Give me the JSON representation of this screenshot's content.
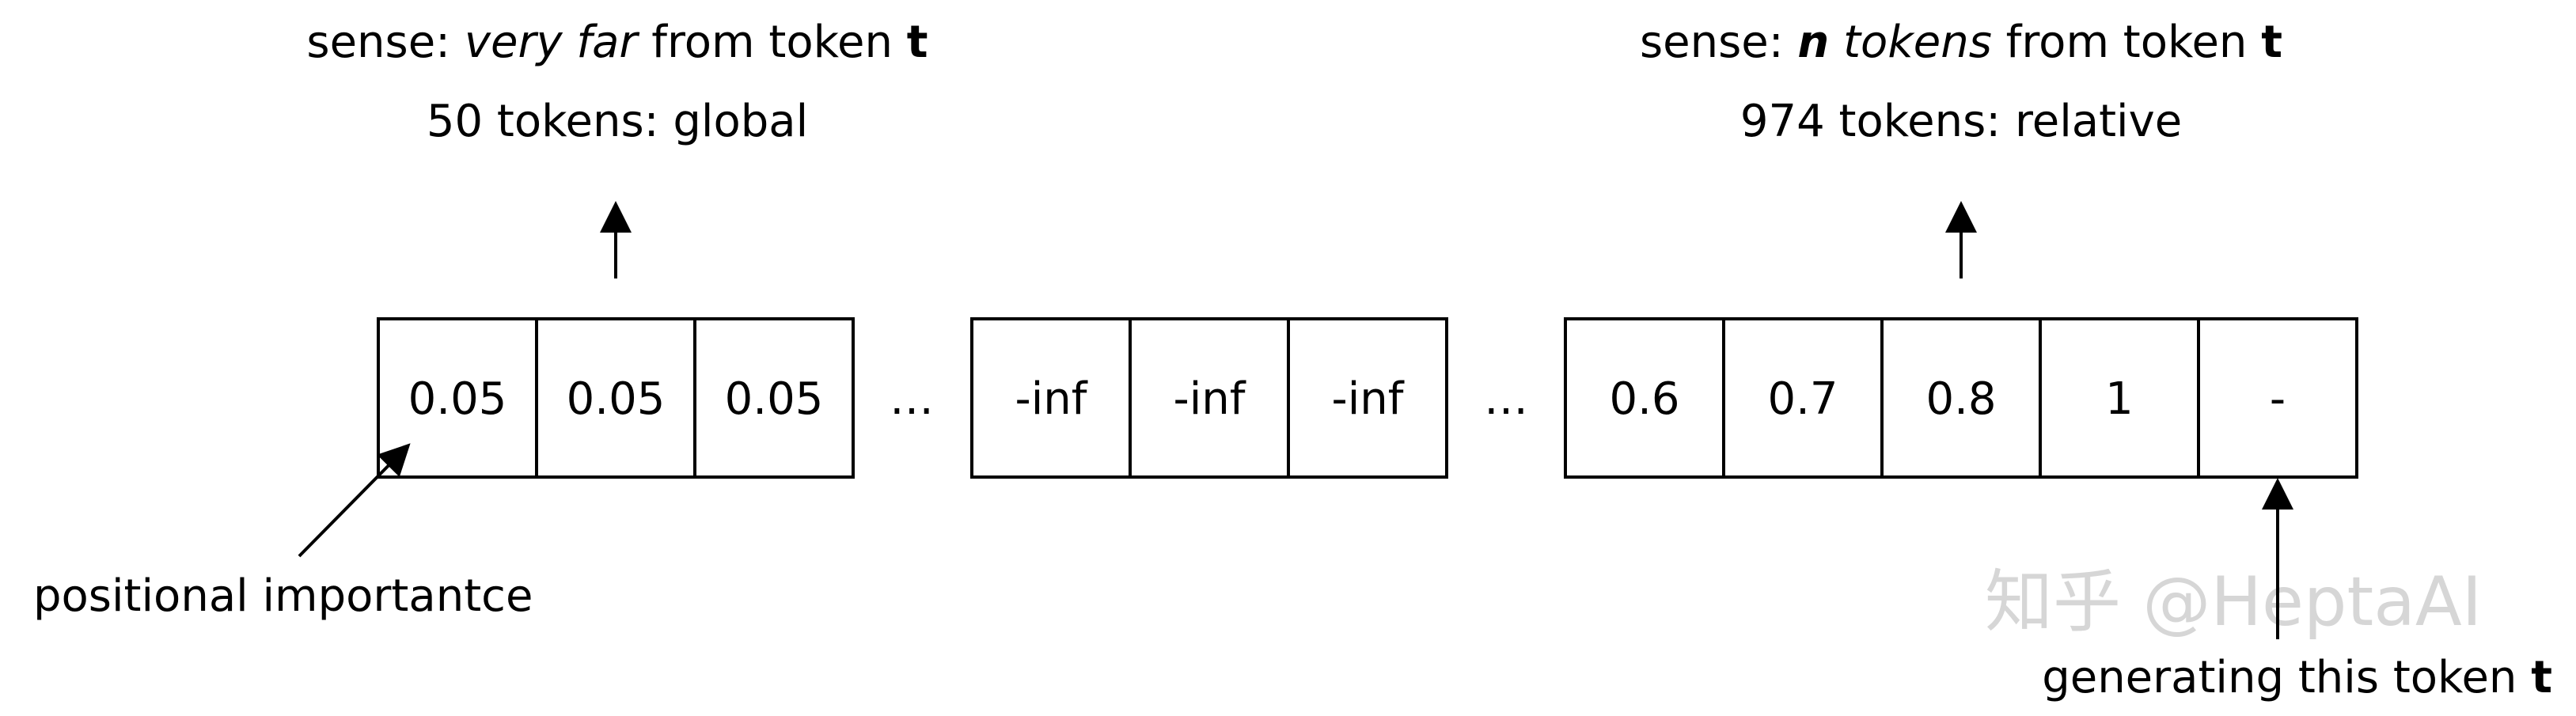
{
  "left_annotation": {
    "line1_prefix": "sense: ",
    "line1_em": "very far",
    "line1_mid": " from token ",
    "line1_strong": "t",
    "line2": "50 tokens: global"
  },
  "right_annotation": {
    "line1_prefix": "sense: ",
    "line1_strong_em": "n",
    "line1_em": " tokens",
    "line1_mid": " from token ",
    "line1_strong": "t",
    "line2": "974 tokens: relative"
  },
  "groups": [
    {
      "cells": [
        "0.05",
        "0.05",
        "0.05"
      ]
    },
    {
      "cells": [
        "-inf",
        "-inf",
        "-inf"
      ]
    },
    {
      "cells": [
        "0.6",
        "0.7",
        "0.8",
        "1",
        "-"
      ]
    }
  ],
  "ellipsis": [
    "…",
    "…"
  ],
  "positional_label": "positional importantce",
  "generating_label": {
    "prefix": "generating this token ",
    "strong": "t"
  },
  "watermark": "知乎 @HeptaAI"
}
